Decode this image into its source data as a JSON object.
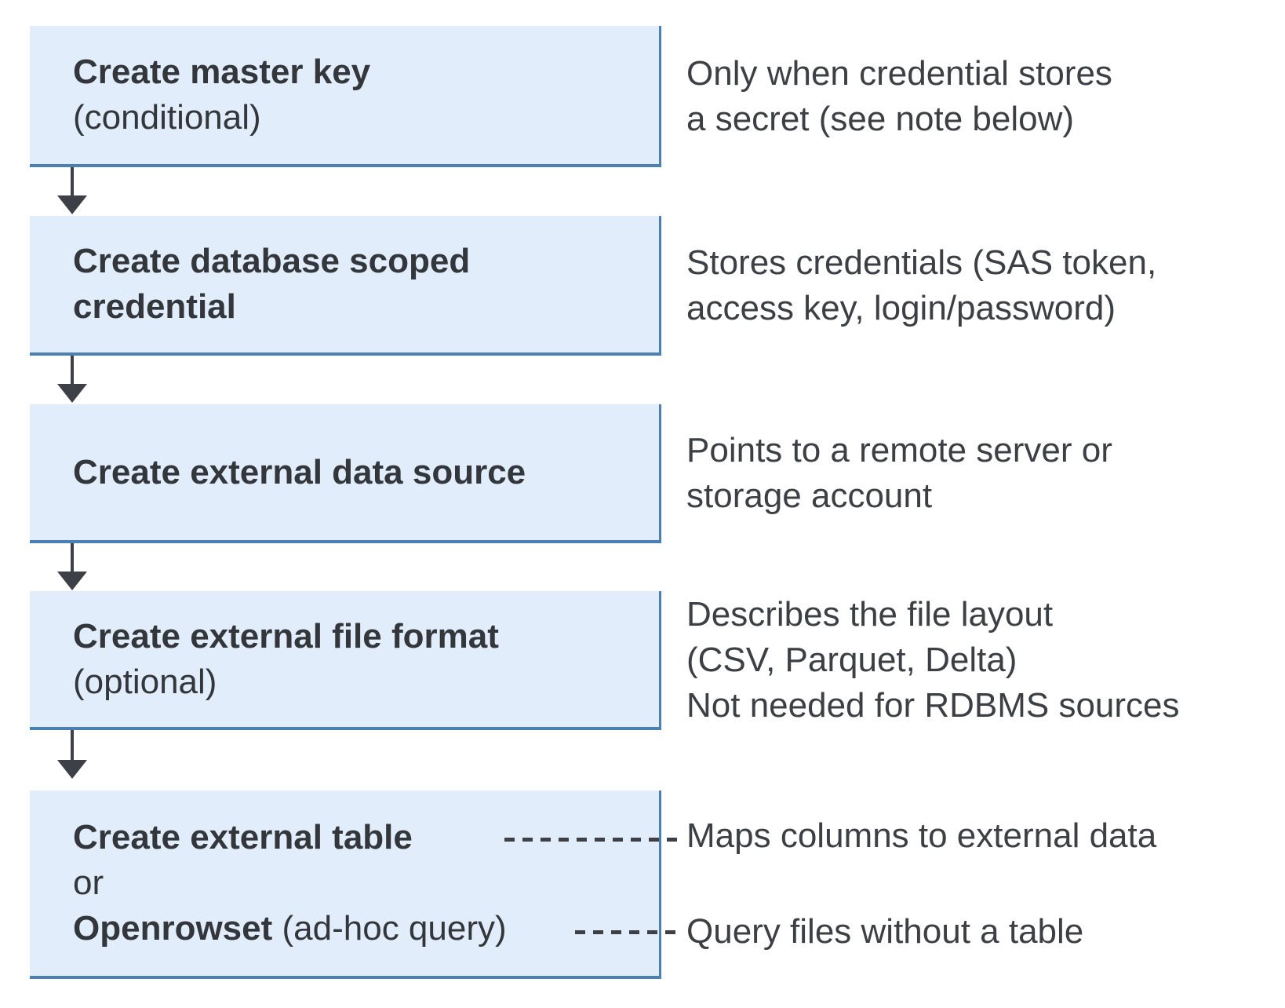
{
  "colors": {
    "box_fill": "#e2edfb",
    "box_border": "#4d80b2",
    "text_primary": "#33373c",
    "text_secondary": "#3c4045",
    "connector": "#3d4147"
  },
  "flow": {
    "boxes": [
      {
        "title": "Create master key",
        "subtitle": "(conditional)"
      },
      {
        "title_line1": "Create database scoped",
        "title_line2": "credential"
      },
      {
        "title": "Create external data source"
      },
      {
        "title": "Create external file format",
        "subtitle": "(optional)"
      },
      {
        "option1": "Create external table",
        "conjunction": "or",
        "option2_name": "Openrowset",
        "option2_qualifier": " (ad-hoc query)"
      }
    ],
    "notes": [
      {
        "lines": [
          "Only when credential stores",
          "a secret (see note below)"
        ]
      },
      {
        "lines": [
          "Stores credentials (SAS token,",
          "access key, login/password)"
        ]
      },
      {
        "lines": [
          "Points to a remote server or",
          "storage account"
        ]
      },
      {
        "lines": [
          "Describes the file layout",
          "(CSV, Parquet, Delta)",
          "Not needed for RDBMS sources"
        ]
      },
      {
        "lines": [
          "Maps columns to external data"
        ]
      },
      {
        "lines": [
          "Query files without a table"
        ]
      }
    ]
  }
}
